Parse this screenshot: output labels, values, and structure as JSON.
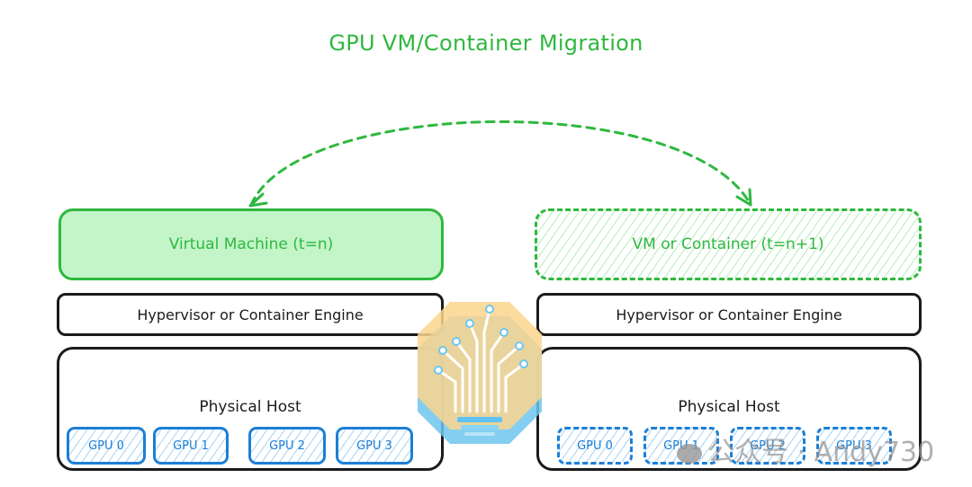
{
  "title": "GPU VM/Container Migration",
  "colors": {
    "green": "#2fb83f",
    "light_green": "#c3f5c9",
    "blue": "#1c7fd6",
    "black": "#1b1b1b",
    "logo_orange": "#fbd58e",
    "logo_blue": "#6ec6ee"
  },
  "left": {
    "workload": "Virtual Machine (t=n)",
    "engine": "Hypervisor or Container Engine",
    "host": "Physical Host",
    "gpus": [
      "GPU 0",
      "GPU 1",
      "GPU 2",
      "GPU 3"
    ]
  },
  "right": {
    "workload": "VM or Container (t=n+1)",
    "engine": "Hypervisor or Container Engine",
    "host": "Physical Host",
    "gpus": [
      "GPU 0",
      "GPU 1",
      "GPU 2",
      "GPU 3"
    ]
  },
  "arrow": {
    "type": "bidirectional-dashed",
    "label": ""
  },
  "watermark": "公众号 · Andy730"
}
